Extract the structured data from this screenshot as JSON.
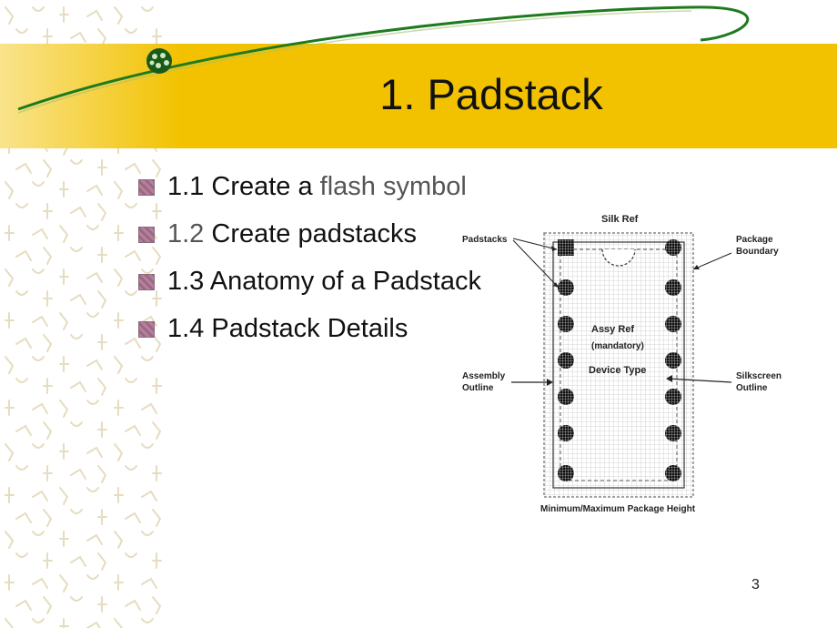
{
  "slide": {
    "title": "1. Padstack",
    "page_number": "3",
    "accent_color": "#f2c200",
    "swoosh_color": "#1f7a1f"
  },
  "bullets": [
    {
      "prefix": "1.1 Create a ",
      "highlight": "flash symbol",
      "suffix": ""
    },
    {
      "prefix": "",
      "highlight": "1.2",
      "suffix": " Create padstacks"
    },
    {
      "prefix": "1.3 Anatomy of a Padstack",
      "highlight": "",
      "suffix": ""
    },
    {
      "prefix": "1.4 Padstack Details",
      "highlight": "",
      "suffix": ""
    }
  ],
  "diagram": {
    "silk_ref": "Silk Ref",
    "padstacks": "Padstacks",
    "package_boundary_1": "Package",
    "package_boundary_2": "Boundary",
    "assy_ref": "Assy Ref",
    "mandatory": "(mandatory)",
    "device_type": "Device Type",
    "assembly_outline_1": "Assembly",
    "assembly_outline_2": "Outline",
    "silkscreen_outline_1": "Silkscreen",
    "silkscreen_outline_2": "Outline",
    "package_height": "Minimum/Maximum Package Height"
  }
}
